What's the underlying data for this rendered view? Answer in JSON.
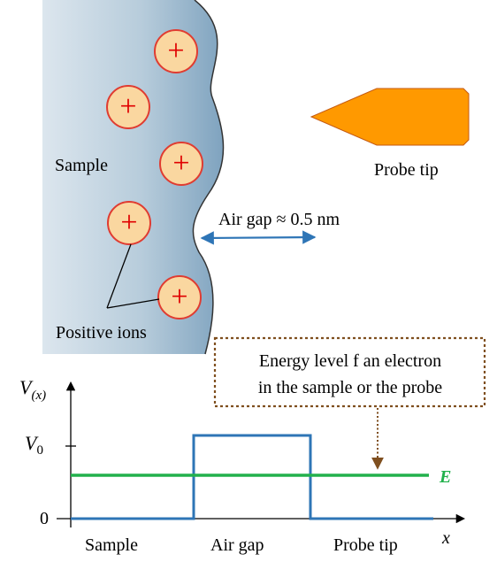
{
  "sample_panel": {
    "label": "Sample",
    "ions_label": "Positive ions",
    "ion_symbol": "+",
    "ion_count": 5
  },
  "probe": {
    "label": "Probe tip",
    "color": "#FF9900"
  },
  "gap": {
    "label": "Air gap ≈ 0.5 nm",
    "arrow_color": "#2E75B6"
  },
  "callout": {
    "line1": "Energy level f an electron",
    "line2": "in the sample or the probe",
    "border_color": "#7F4F1F"
  },
  "graph": {
    "y_axis_label_main": "V",
    "y_axis_label_sub": "(x)",
    "x_axis_label": "x",
    "tick_v0_main": "V",
    "tick_v0_sub": "0",
    "tick_zero": "0",
    "energy_label": "E",
    "regions": [
      "Sample",
      "Air gap",
      "Probe tip"
    ],
    "potential_color": "#2E75B6",
    "energy_color": "#22B14C"
  }
}
